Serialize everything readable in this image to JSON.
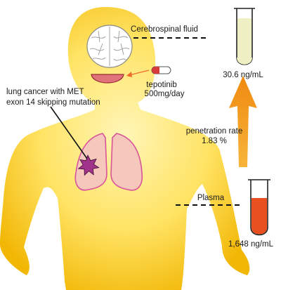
{
  "labels": {
    "csf": "Cerebrospinal fluid",
    "csf_concentration": "30.6 ng/mL",
    "drug_name": "tepotinib",
    "drug_dose": "500mg/day",
    "tumor_line1": "lung cancer with MET",
    "tumor_line2": "exon 14 skipping mutation",
    "penetration_line1": "penetration rate",
    "penetration_line2": "1.83 %",
    "plasma": "Plasma",
    "plasma_concentration": "1,648 ng/mL"
  },
  "colors": {
    "body_core": "#fff3a6",
    "body_edge": "#f2b705",
    "lung_fill": "#f6c7bb",
    "lung_stroke": "#d9539a",
    "tumor": "#a1338a",
    "mouth": "#e0727a",
    "brain": "#ffffff",
    "csf_liquid": "#eef0c4",
    "plasma_liquid": "#e8501f",
    "arrow": "#f39a1b",
    "pill_red": "#d73a3a"
  }
}
